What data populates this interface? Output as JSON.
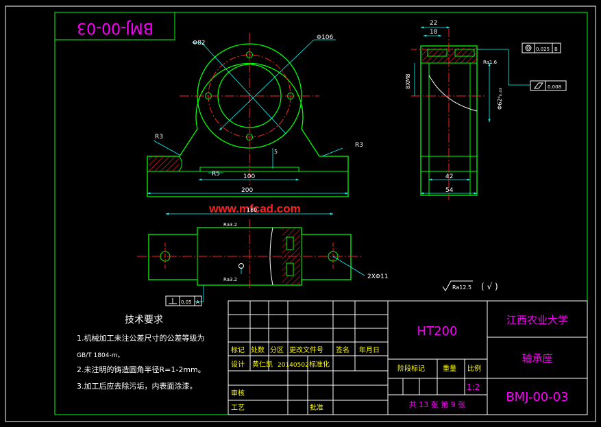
{
  "drawing_code": "BMJ-00-03",
  "watermark": "www.mfcad.com",
  "colors": {
    "outline": "#00ff00",
    "center": "#ff2020",
    "dimension": "#00ffff",
    "frame": "#ffffff",
    "title_text": "#ff00ff",
    "hatch": "#ff2020"
  },
  "front_view": {
    "dim_phi82": "Φ82",
    "dim_phi106": "Φ106",
    "dim_R3_left": "R3",
    "dim_R3_right": "R3",
    "dim_R5": "R5",
    "dim_100": "100",
    "dim_200": "200",
    "dim_5": "5"
  },
  "side_view": {
    "dim_22": "22",
    "dim_18": "18",
    "dim_M8x8": "8XM8",
    "dim_phi62": "Φ62⁰₀.₀₃",
    "dim_42": "42",
    "dim_54": "54",
    "roughness": "Ra1.6",
    "tol_1": "⊚ 0.025 B",
    "tol_2": "⌭ 0.008",
    "datum": "B"
  },
  "top_view": {
    "dim_top": "180",
    "roughness_1": "Ra3.2",
    "roughness_2": "Ra3.2",
    "holes": "2XΦ11",
    "datum": "A",
    "tol": "⊥ 0.05 A"
  },
  "general_roughness": "Ra12.5",
  "general_roughness_check": "( √ )",
  "notes": {
    "title": "技术要求",
    "line1": "1.机械加工未注公差尺寸的公差等级为",
    "line2": "GB/T 1804-m。",
    "line3": "2.未注明的铸造圆角半径R=1-2mm。",
    "line4": "3.加工后应去除污垢，内表面涂漆。"
  },
  "title_block": {
    "material": "HT200",
    "school": "江西农业大学",
    "part_name": "轴承座",
    "code": "BMJ-00-03",
    "h_mark": "标记",
    "h_count": "处数",
    "h_zone": "分区",
    "h_doc": "更改文件号",
    "h_sign": "签名",
    "h_date": "年月日",
    "h_design": "设计",
    "designer": "黄仁凯",
    "design_date": "20140502",
    "h_standard": "标准化",
    "h_stage": "阶段标记",
    "h_weight": "重量",
    "h_scale": "比例",
    "scale": "1:2",
    "h_review": "审核",
    "h_process": "工艺",
    "h_approve": "批准",
    "sheets": "共 13 张 第 9 张"
  }
}
